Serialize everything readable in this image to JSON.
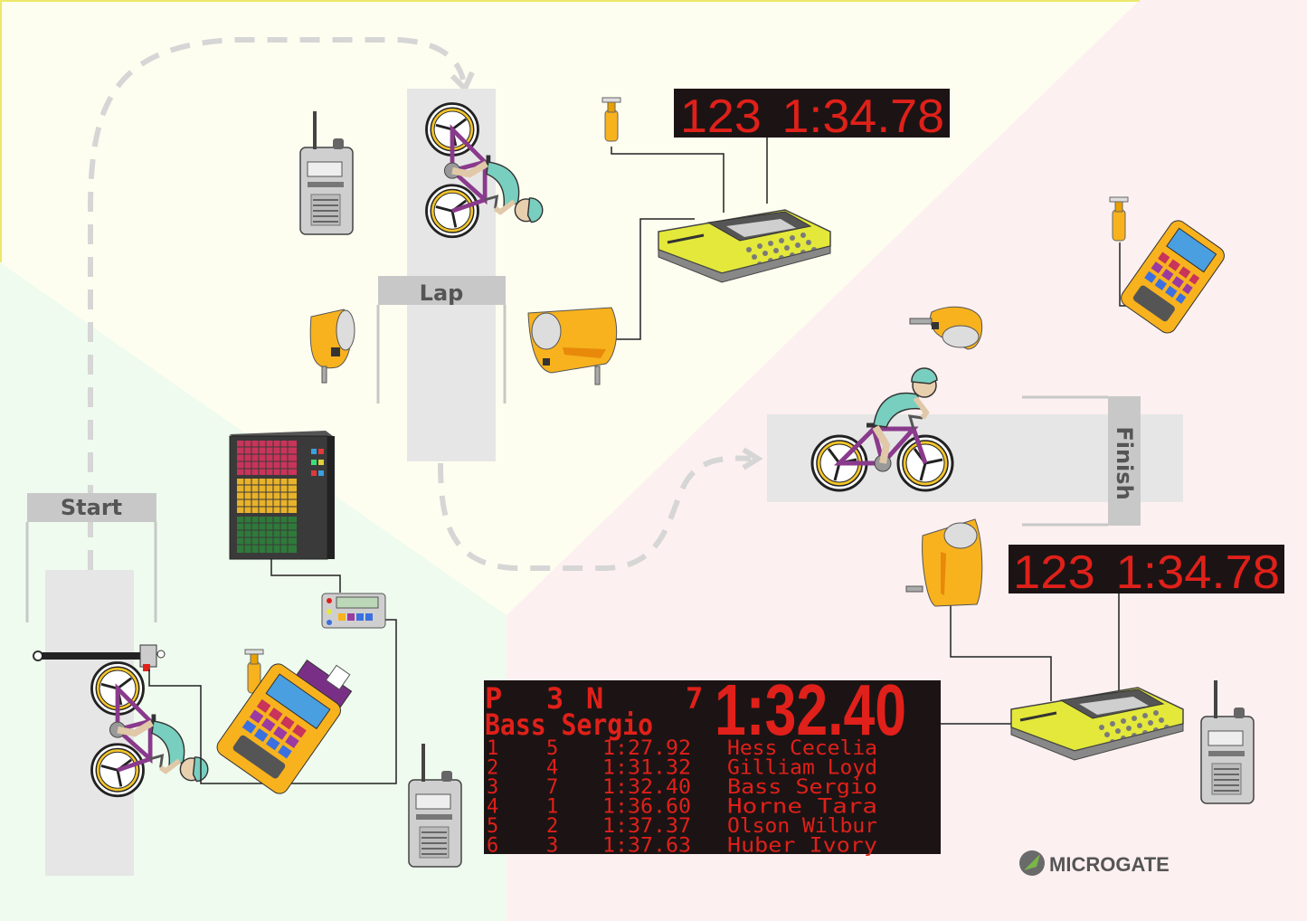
{
  "zones": {
    "lap_zone_color": "#fefef0",
    "start_zone_color": "#effbef",
    "finish_zone_color": "#fdf0f0"
  },
  "gates": {
    "start_label": "Start",
    "lap_label": "Lap",
    "finish_label": "Finish"
  },
  "displays": {
    "lap_board": {
      "bib": "123",
      "time": "1:34.78"
    },
    "finish_board": {
      "bib": "123",
      "time": "1:34.78"
    },
    "results_board": {
      "header_pos": "P",
      "header_pos_value": "3",
      "header_n": "N",
      "header_n_value": "7",
      "big_time": "1:32.40",
      "current_name": "Bass Sergio",
      "rows": [
        {
          "pos": "1",
          "bib": "5",
          "time": "1:27.92",
          "name": "Hess Cecelia"
        },
        {
          "pos": "2",
          "bib": "4",
          "time": "1:31.32",
          "name": "Gilliam Loyd"
        },
        {
          "pos": "3",
          "bib": "7",
          "time": "1:32.40",
          "name": "Bass Sergio"
        },
        {
          "pos": "4",
          "bib": "1",
          "time": "1:36.60",
          "name": "Horne Tara"
        },
        {
          "pos": "5",
          "bib": "2",
          "time": "1:37.37",
          "name": "Olson Wilbur"
        },
        {
          "pos": "6",
          "bib": "3",
          "time": "1:37.63",
          "name": "Huber Ivory"
        }
      ]
    }
  },
  "brand": {
    "name": "MICROGATE",
    "accent": "#7ab648"
  },
  "colors": {
    "device_orange": "#f7b21e",
    "device_yellow": "#e3e83a",
    "led_red": "#e0201a",
    "board_bg": "#1c1414",
    "track_gray": "#e6e6e6",
    "arrow_gray": "#d6d6d6",
    "jersey": "#79cfbf",
    "bike_frame": "#8a3a8c"
  }
}
